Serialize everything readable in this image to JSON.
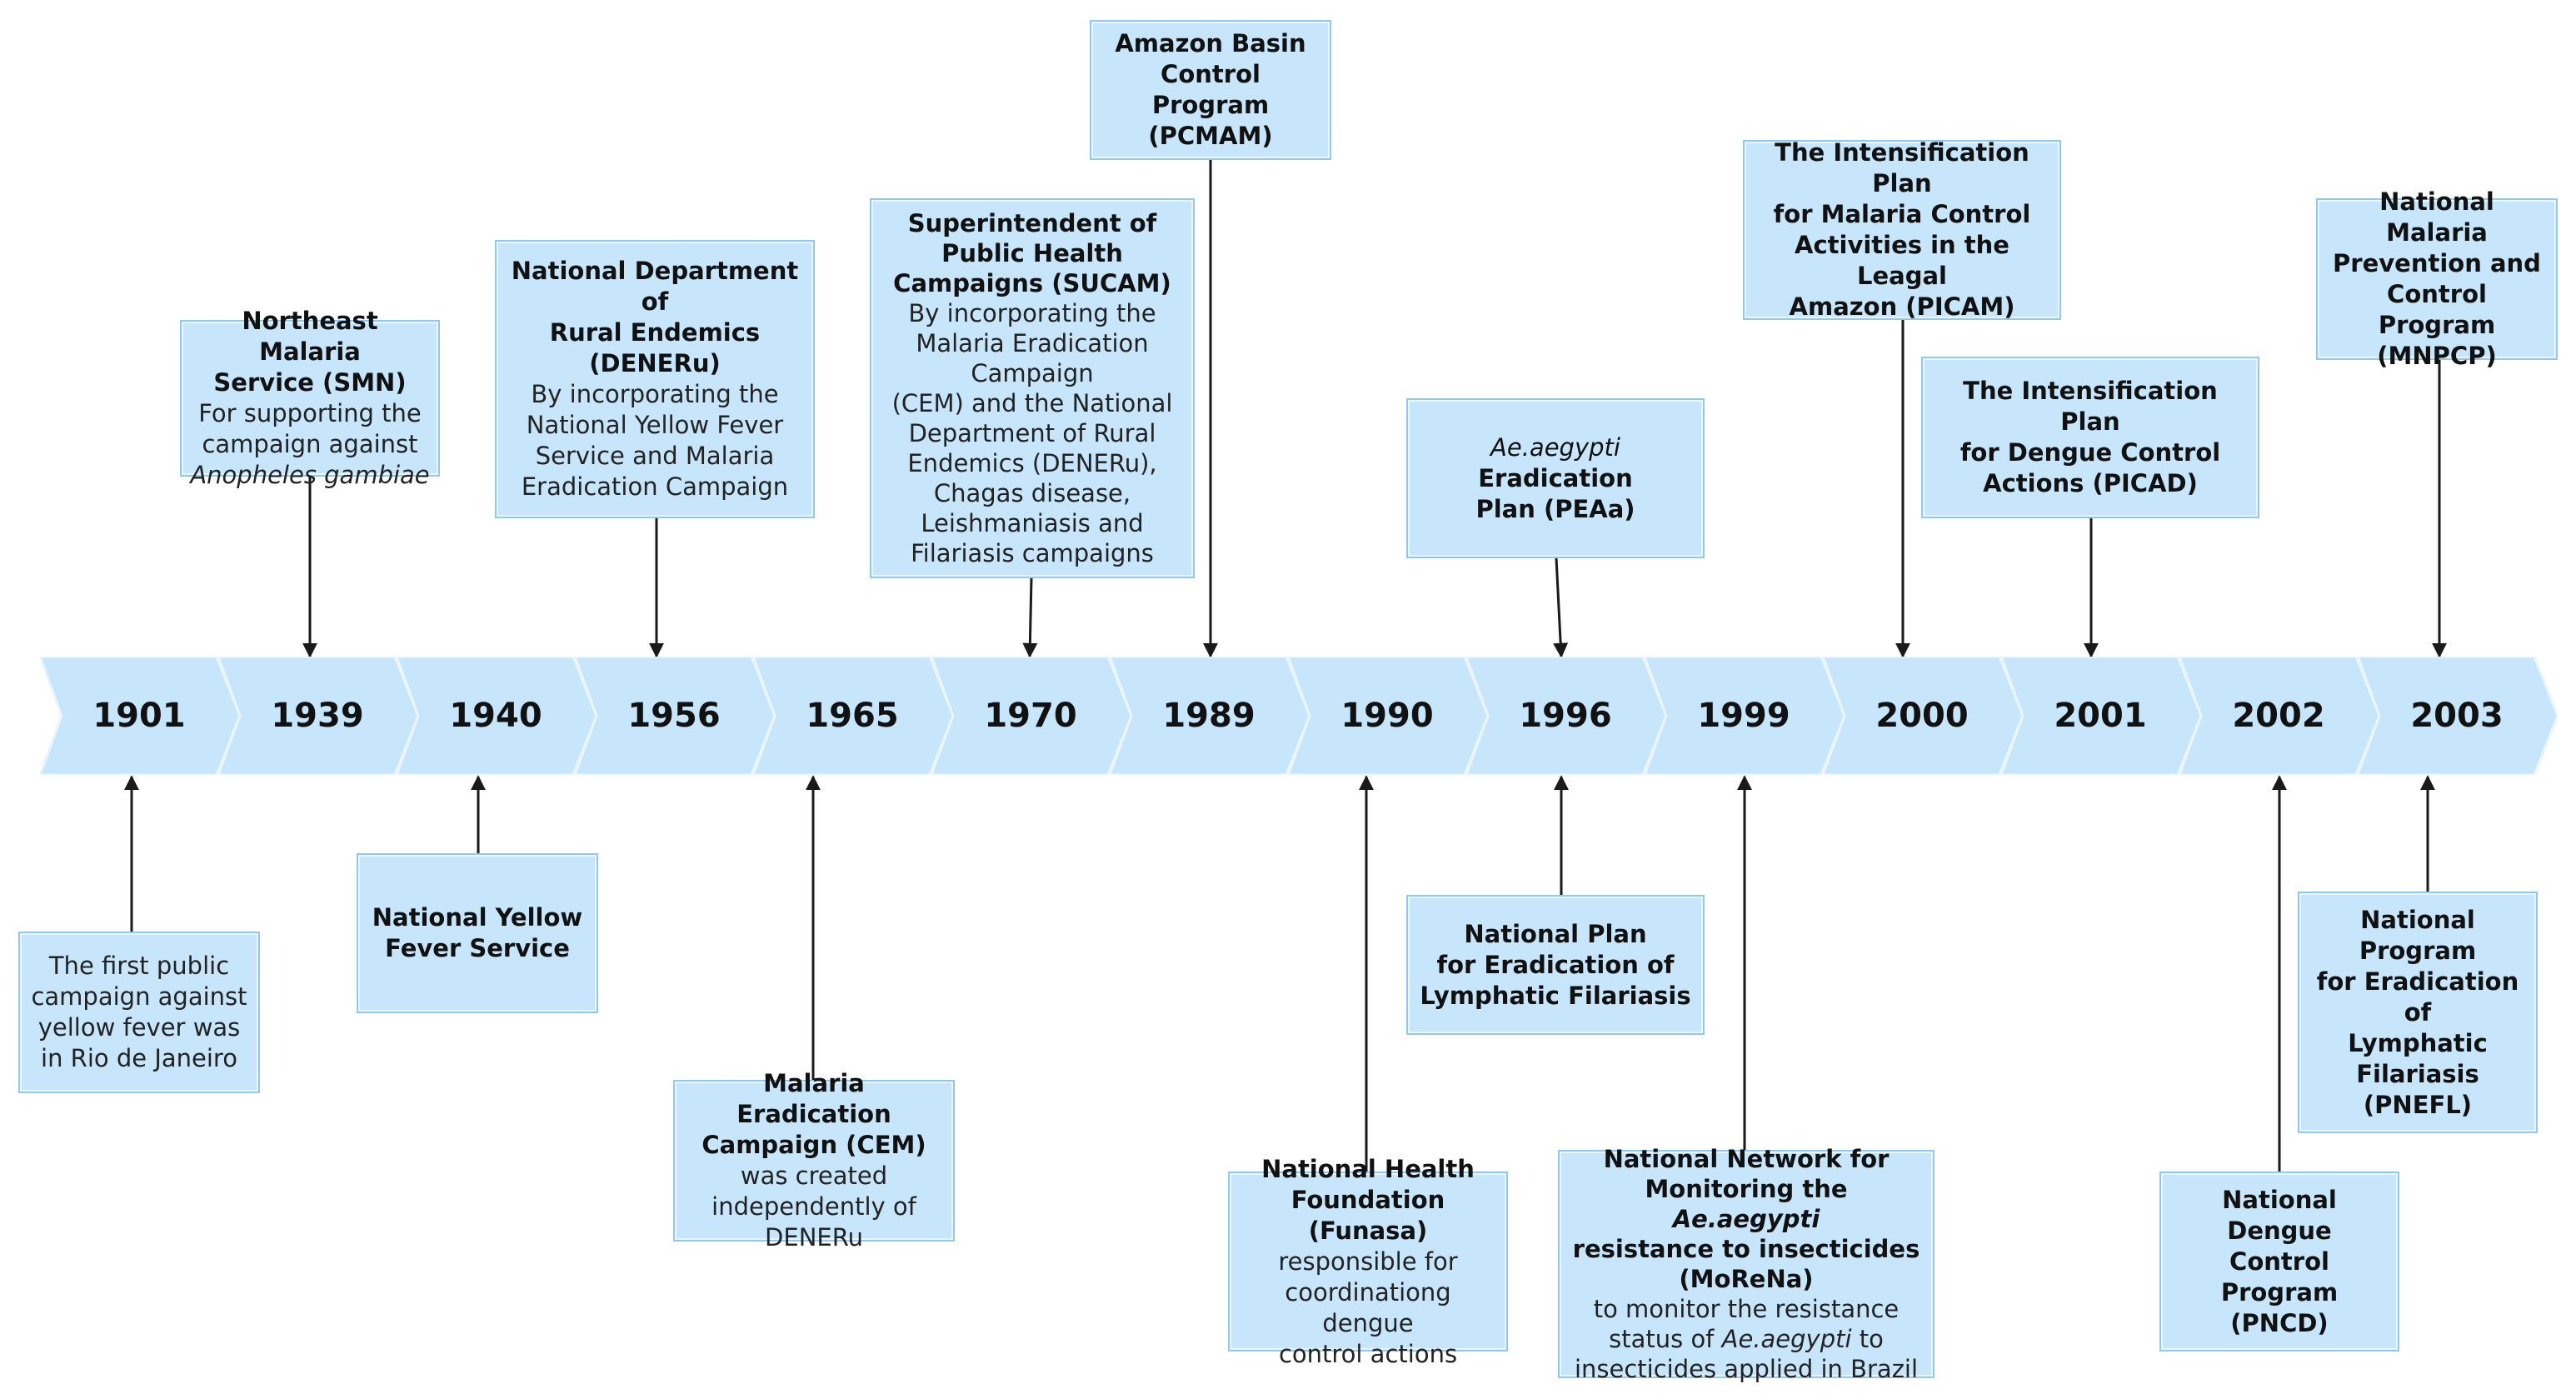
{
  "years": [
    "1901",
    "1939",
    "1940",
    "1956",
    "1965",
    "1970",
    "1989",
    "1990",
    "1996",
    "1999",
    "2000",
    "2001",
    "2002",
    "2003"
  ],
  "events": {
    "e1901": {
      "title": "",
      "desc": [
        "The first public",
        "campaign against",
        "yellow fever was",
        "in Rio de Janeiro"
      ]
    },
    "e1939": {
      "title": [
        "Northeast Malaria",
        "Service (SMN)"
      ],
      "desc": [
        "For supporting the",
        "campaign against"
      ],
      "desc_italic": "Anopheles gambiae"
    },
    "e1940": {
      "title": [
        "National Yellow",
        "Fever Service"
      ]
    },
    "e1956": {
      "title": [
        "National Department of",
        "Rural Endemics",
        "(DENERu)"
      ],
      "desc": [
        "By incorporating the",
        "National Yellow Fever",
        "Service and Malaria",
        "Eradication Campaign"
      ]
    },
    "e1965": {
      "title": [
        "Malaria Eradication",
        "Campaign (CEM)"
      ],
      "desc": [
        "was created",
        "independently of",
        "DENERu"
      ]
    },
    "e1970": {
      "title": [
        "Superintendent of",
        "Public Health",
        "Campaigns (SUCAM)"
      ],
      "desc": [
        "By incorporating the",
        "Malaria Eradication",
        "Campaign",
        "(CEM) and the National",
        "Department of Rural",
        "Endemics (DENERu),",
        "Chagas disease,",
        "Leishmaniasis and",
        "Filariasis  campaigns"
      ]
    },
    "e1989": {
      "title": [
        "Amazon Basin",
        "Control Program",
        "(PCMAM)"
      ]
    },
    "e1990": {
      "title": [
        "National Health",
        "Foundation (Funasa)"
      ],
      "desc": [
        "responsible for",
        "coordinationg dengue",
        "control actions"
      ]
    },
    "e1996a": {
      "title_italic": "Ae.aegypti",
      "title_rest": " Eradication",
      "title2": "Plan (PEAa)"
    },
    "e1996b": {
      "title": [
        "National Plan",
        "for Eradication of",
        "Lymphatic Filariasis"
      ]
    },
    "e1999": {
      "title": [
        "National Network for"
      ],
      "title_pre": "Monitoring the ",
      "title_italic": "Ae.aegypti",
      "title_more": [
        "resistance to insecticides",
        "(MoReNa)"
      ],
      "desc": [
        "to monitor the resistance"
      ],
      "desc_pre": "status of ",
      "desc_italic": "Ae.aegypti",
      "desc_post": " to",
      "desc_last": "insecticides applied in Brazil"
    },
    "e2000": {
      "title": [
        "The Intensification Plan",
        "for Malaria Control",
        "Activities in the Leagal",
        "Amazon (PICAM)"
      ]
    },
    "e2001": {
      "title": [
        "The Intensification Plan",
        "for Dengue Control",
        "Actions (PICAD)"
      ]
    },
    "e2002": {
      "title": [
        "National Dengue",
        "Control Program",
        "(PNCD)"
      ]
    },
    "e2003a": {
      "title": [
        "National Malaria",
        "Prevention and",
        "Control Program",
        "(MNPCP)"
      ]
    },
    "e2003b": {
      "title": [
        "National Program",
        "for Eradication of",
        "Lymphatic",
        "Filariasis",
        "(PNEFL)"
      ]
    }
  },
  "colors": {
    "chevron_fill": "#c7e6fb",
    "chevron_stroke": "#eaf5fd",
    "box_fill": "#c7e6fb",
    "box_border": "#8fc9ef",
    "arrow": "#1a1a1a"
  }
}
